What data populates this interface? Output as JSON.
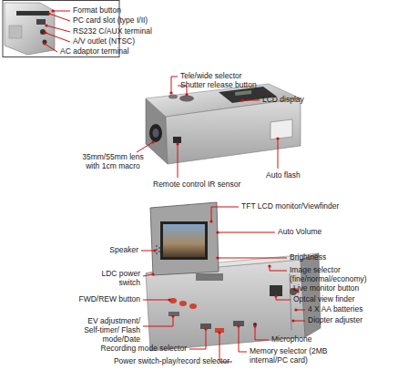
{
  "diagram": {
    "labels": [
      "Format button",
      "PC card slot (type I/II)",
      "RS232 C/AUX terminal",
      "A/V outlet (NTSC)",
      "AC adaptor terminal",
      "Tele/wide selector",
      "Shutter release button",
      "LCD display",
      "35mm/55mm lens with 1cm macro",
      "Auto flash",
      "Remote control IR sensor",
      "TFT LCD monitor/Viewfinder",
      "Auto Volume",
      "Speaker",
      "Brightness",
      "Image selector (fine/normal/economy)",
      "LDC power switch",
      "Live monitor button",
      "FWD/REW button",
      "Optcal view finder",
      "4 X AA batteries",
      "EV adjustment/ Self-timer/ Flash mode/Date",
      "Diopter adjuster",
      "Microphone",
      "Recording mode selector",
      "Memory selector (2MB internal/PC card)",
      "Power switch-play/record selector"
    ]
  }
}
